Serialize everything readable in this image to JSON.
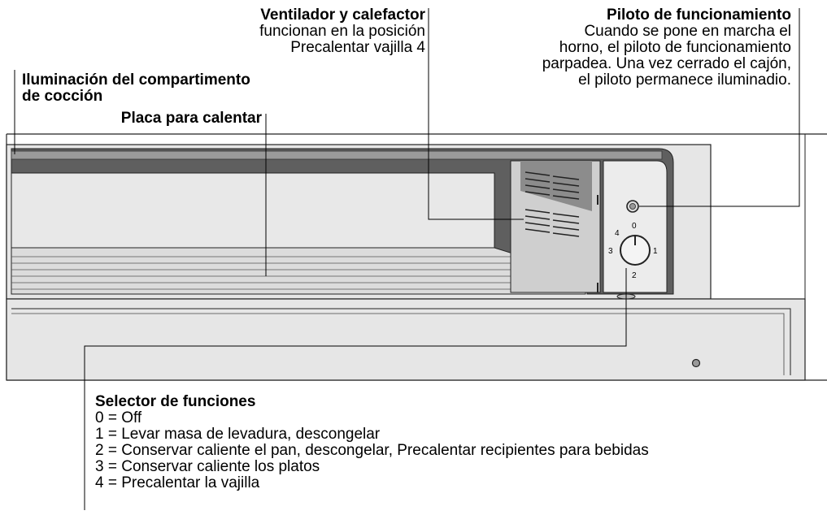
{
  "callouts": {
    "ventilador": {
      "title": "Ventilador y calefactor",
      "line1": "funcionan en la posición",
      "line2": "Precalentar vajilla 4"
    },
    "piloto": {
      "title": "Piloto de funcionamiento",
      "line1": "Cuando se pone en marcha el",
      "line2": "horno, el piloto de funcionamiento",
      "line3": "parpadea. Una vez cerrado el cajón,",
      "line4": "el piloto permanece iluminadio."
    },
    "iluminacion": {
      "title_line1": "Iluminación del compartimento",
      "title_line2": "de cocción"
    },
    "placa": {
      "title": "Placa para calentar"
    },
    "selector": {
      "title": "Selector de funciones",
      "options": [
        "0 = Off",
        "1 = Levar masa de levadura, descongelar",
        "2 = Conservar caliente el pan, descongelar, Precalentar recipientes para bebidas",
        "3 = Conservar caliente los platos",
        "4 = Precalentar la vajilla"
      ]
    }
  },
  "knob": {
    "marks": [
      "0",
      "1",
      "2",
      "3",
      "4"
    ]
  }
}
